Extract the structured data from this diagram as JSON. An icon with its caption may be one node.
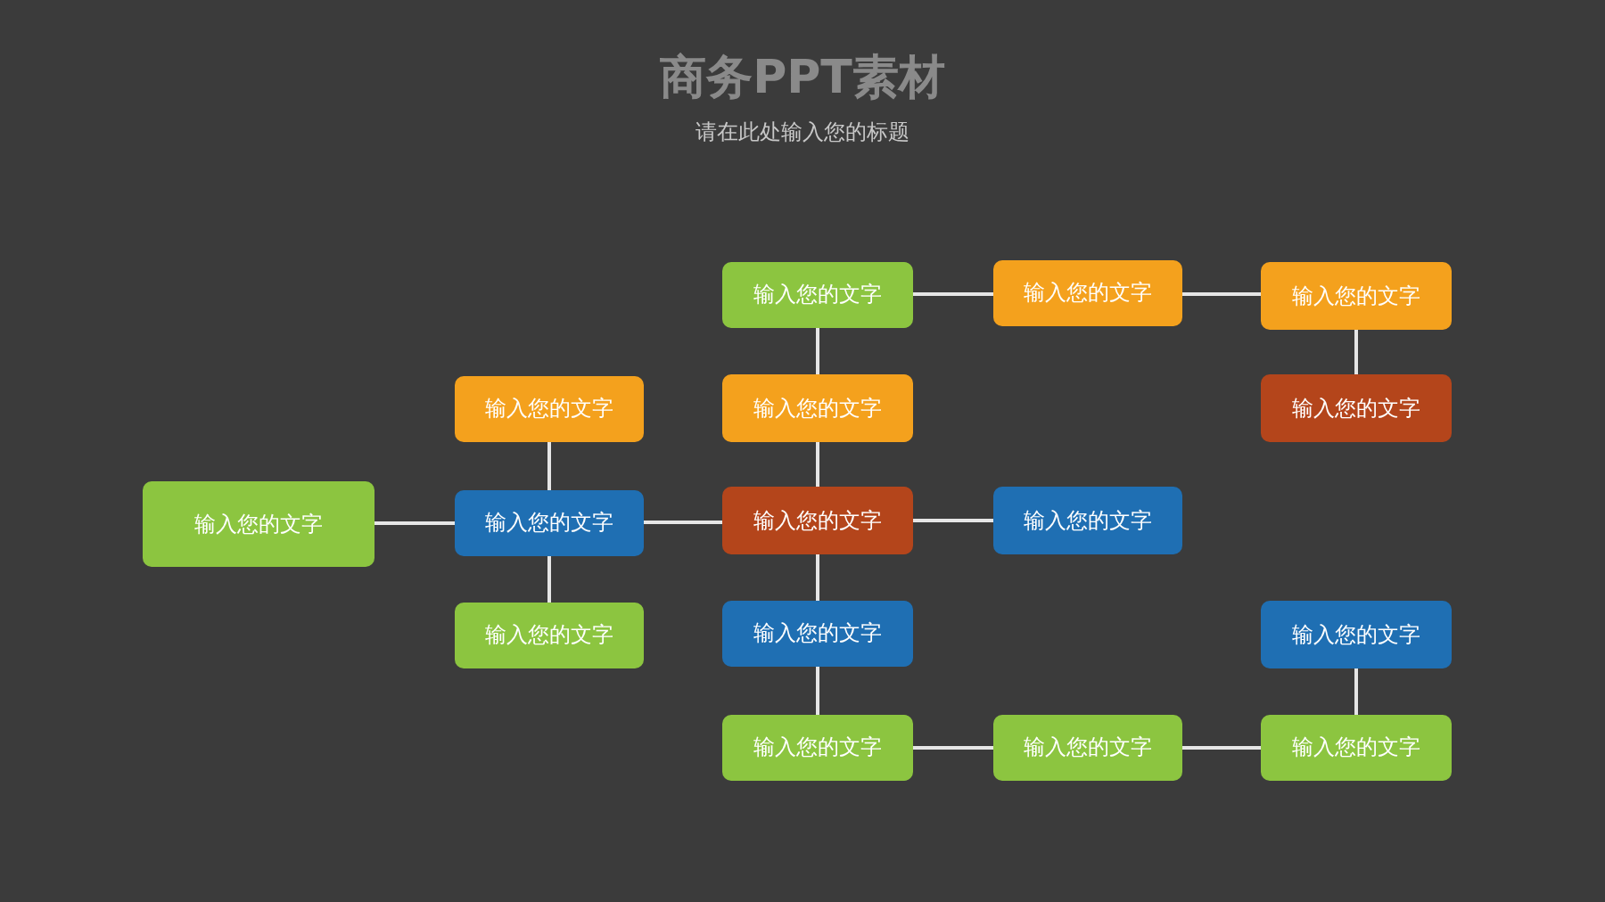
{
  "diagram": {
    "title": "商务PPT素材",
    "caption": "请在此处输入您的标题",
    "nodes": [
      {
        "text": [
          "输入您的文字"
        ]
      },
      {
        "text": [
          "输入您的文字"
        ]
      },
      {
        "text": [
          "输入您的文字"
        ]
      },
      {
        "text": [
          "输入您的文字"
        ]
      },
      {
        "text": [
          "输入您的文字"
        ]
      },
      {
        "text": [
          "输入您的文字"
        ]
      },
      {
        "text": [
          "输入您的文字"
        ]
      },
      {
        "text": [
          "输入您的文字"
        ]
      },
      {
        "text": [
          "输入您的文字"
        ]
      },
      {
        "text": [
          "输入您的文字"
        ]
      },
      {
        "text": [
          "输入您的文字"
        ]
      },
      {
        "text": [
          "输入您的文字"
        ]
      },
      {
        "text": [
          "输入您的文字"
        ]
      },
      {
        "text": [
          "输入您的文字"
        ]
      },
      {
        "text": [
          "输入您的文字"
        ]
      },
      {
        "text": [
          "输入您的文字"
        ]
      }
    ],
    "edges": [
      {
        "from": 0,
        "to": 2,
        "arrow": "none"
      },
      {
        "from": 1,
        "to": 2,
        "arrow": "none"
      },
      {
        "from": 2,
        "to": 3,
        "arrow": "none"
      },
      {
        "from": 2,
        "to": 6,
        "arrow": "none"
      },
      {
        "from": 4,
        "to": 5,
        "arrow": "none"
      },
      {
        "from": 5,
        "to": 6,
        "arrow": "none"
      },
      {
        "from": 6,
        "to": 7,
        "arrow": "none"
      },
      {
        "from": 6,
        "to": 8,
        "arrow": "none"
      },
      {
        "from": 8,
        "to": 9,
        "arrow": "none"
      },
      {
        "from": 4,
        "to": 10,
        "arrow": "none"
      },
      {
        "from": 10,
        "to": 11,
        "arrow": "none"
      },
      {
        "from": 11,
        "to": 12,
        "arrow": "none"
      },
      {
        "from": 9,
        "to": 13,
        "arrow": "none"
      },
      {
        "from": 13,
        "to": 15,
        "arrow": "none"
      },
      {
        "from": 14,
        "to": 15,
        "arrow": "none"
      }
    ]
  }
}
